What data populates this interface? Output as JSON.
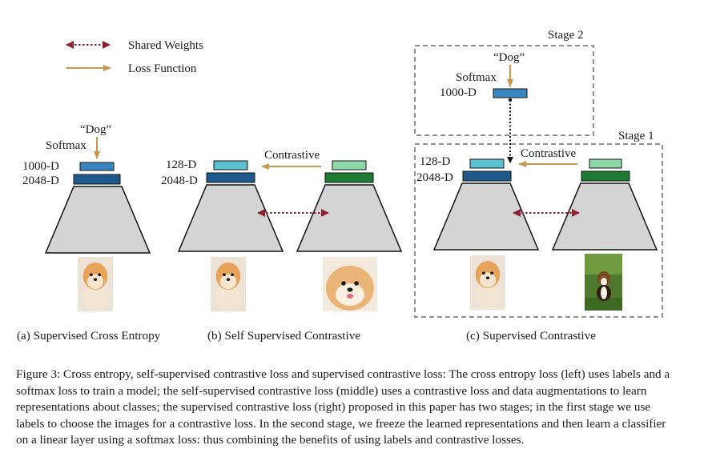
{
  "legend": {
    "shared_weights": "Shared Weights",
    "loss_function": "Loss Function"
  },
  "panels": {
    "a": {
      "caption": "(a) Supervised Cross Entropy",
      "label": "“Dog”",
      "softmax": "Softmax",
      "dim_top": "1000-D",
      "dim_bottom": "2048-D"
    },
    "b": {
      "caption": "(b) Self Supervised Contrastive",
      "dim_top": "128-D",
      "dim_bottom": "2048-D",
      "contrastive": "Contrastive"
    },
    "c": {
      "caption": "(c) Supervised Contrastive",
      "stage2": "Stage 2",
      "stage1": "Stage 1",
      "label": "“Dog”",
      "softmax": "Softmax",
      "dim_stage2": "1000-D",
      "dim_top": "128-D",
      "dim_bottom": "2048-D",
      "contrastive": "Contrastive"
    }
  },
  "colors": {
    "trapezoid_fill": "#d4d4d4",
    "dark_blue": "#1e5a8c",
    "light_blue": "#5bc0cf",
    "mid_blue": "#3a86c0",
    "dark_green": "#1d7a32",
    "light_green": "#8ed8a8",
    "loss_arrow": "#c9964f",
    "shared_arrow": "#8c2030",
    "dashed_box": "#909090"
  },
  "caption": "Figure 3: Cross entropy, self-supervised contrastive loss and supervised contrastive loss: The cross entropy loss (left) uses labels and a softmax loss to train a model; the self-supervised contrastive loss (middle) uses a contrastive loss and data augmentations to learn representations about classes; the supervised contrastive loss (right) proposed in this paper has two stages; in the first stage we use labels to choose the images for a contrastive loss. In the second stage, we freeze the learned representations and then learn a classifier on a linear layer using a softmax loss: thus combining the benefits of using labels and contrastive losses."
}
